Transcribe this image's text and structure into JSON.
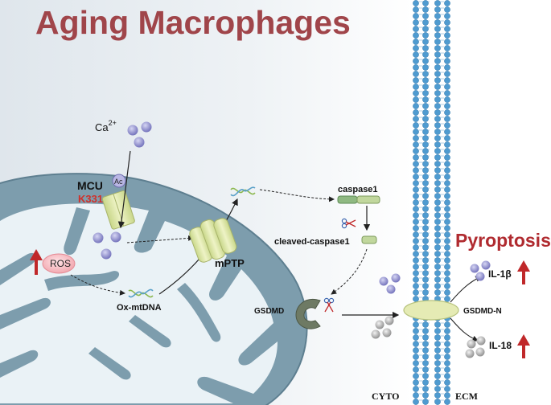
{
  "title": "Aging Macrophages",
  "labels": {
    "calcium": "Ca",
    "calcium_sup": "2+",
    "mcu": "MCU",
    "acetyl": "Ac",
    "k331": "K331",
    "ros": "ROS",
    "ox_mtdna": "Ox-mtDNA",
    "mptp": "mPTP",
    "caspase1": "caspase1",
    "cleaved_caspase1": "cleaved-caspase1",
    "gsdmd": "GSDMD",
    "gsdmd_n": "GSDMD-N",
    "pyroptosis": "Pyroptosis",
    "il1b": "IL-1β",
    "il18": "IL-18",
    "cyto": "CYTO",
    "ecm": "ECM"
  },
  "colors": {
    "title": "#a0454a",
    "pyroptosis": "#b02b30",
    "k331": "#d0302a",
    "up_arrow": "#c0282a",
    "mito_membrane": "#7d9dad",
    "mito_matrix": "#eaf2f6",
    "membrane_bead": "#4f9bd0",
    "ion_purple": "#7f7ec4",
    "ion_grey": "#9a9a9a",
    "channel": "#dde6a6"
  },
  "icons": [
    "up-arrow-icon",
    "scissors-icon",
    "dna-helix-icon",
    "calcium-ion-icon",
    "protein-pore-icon"
  ]
}
